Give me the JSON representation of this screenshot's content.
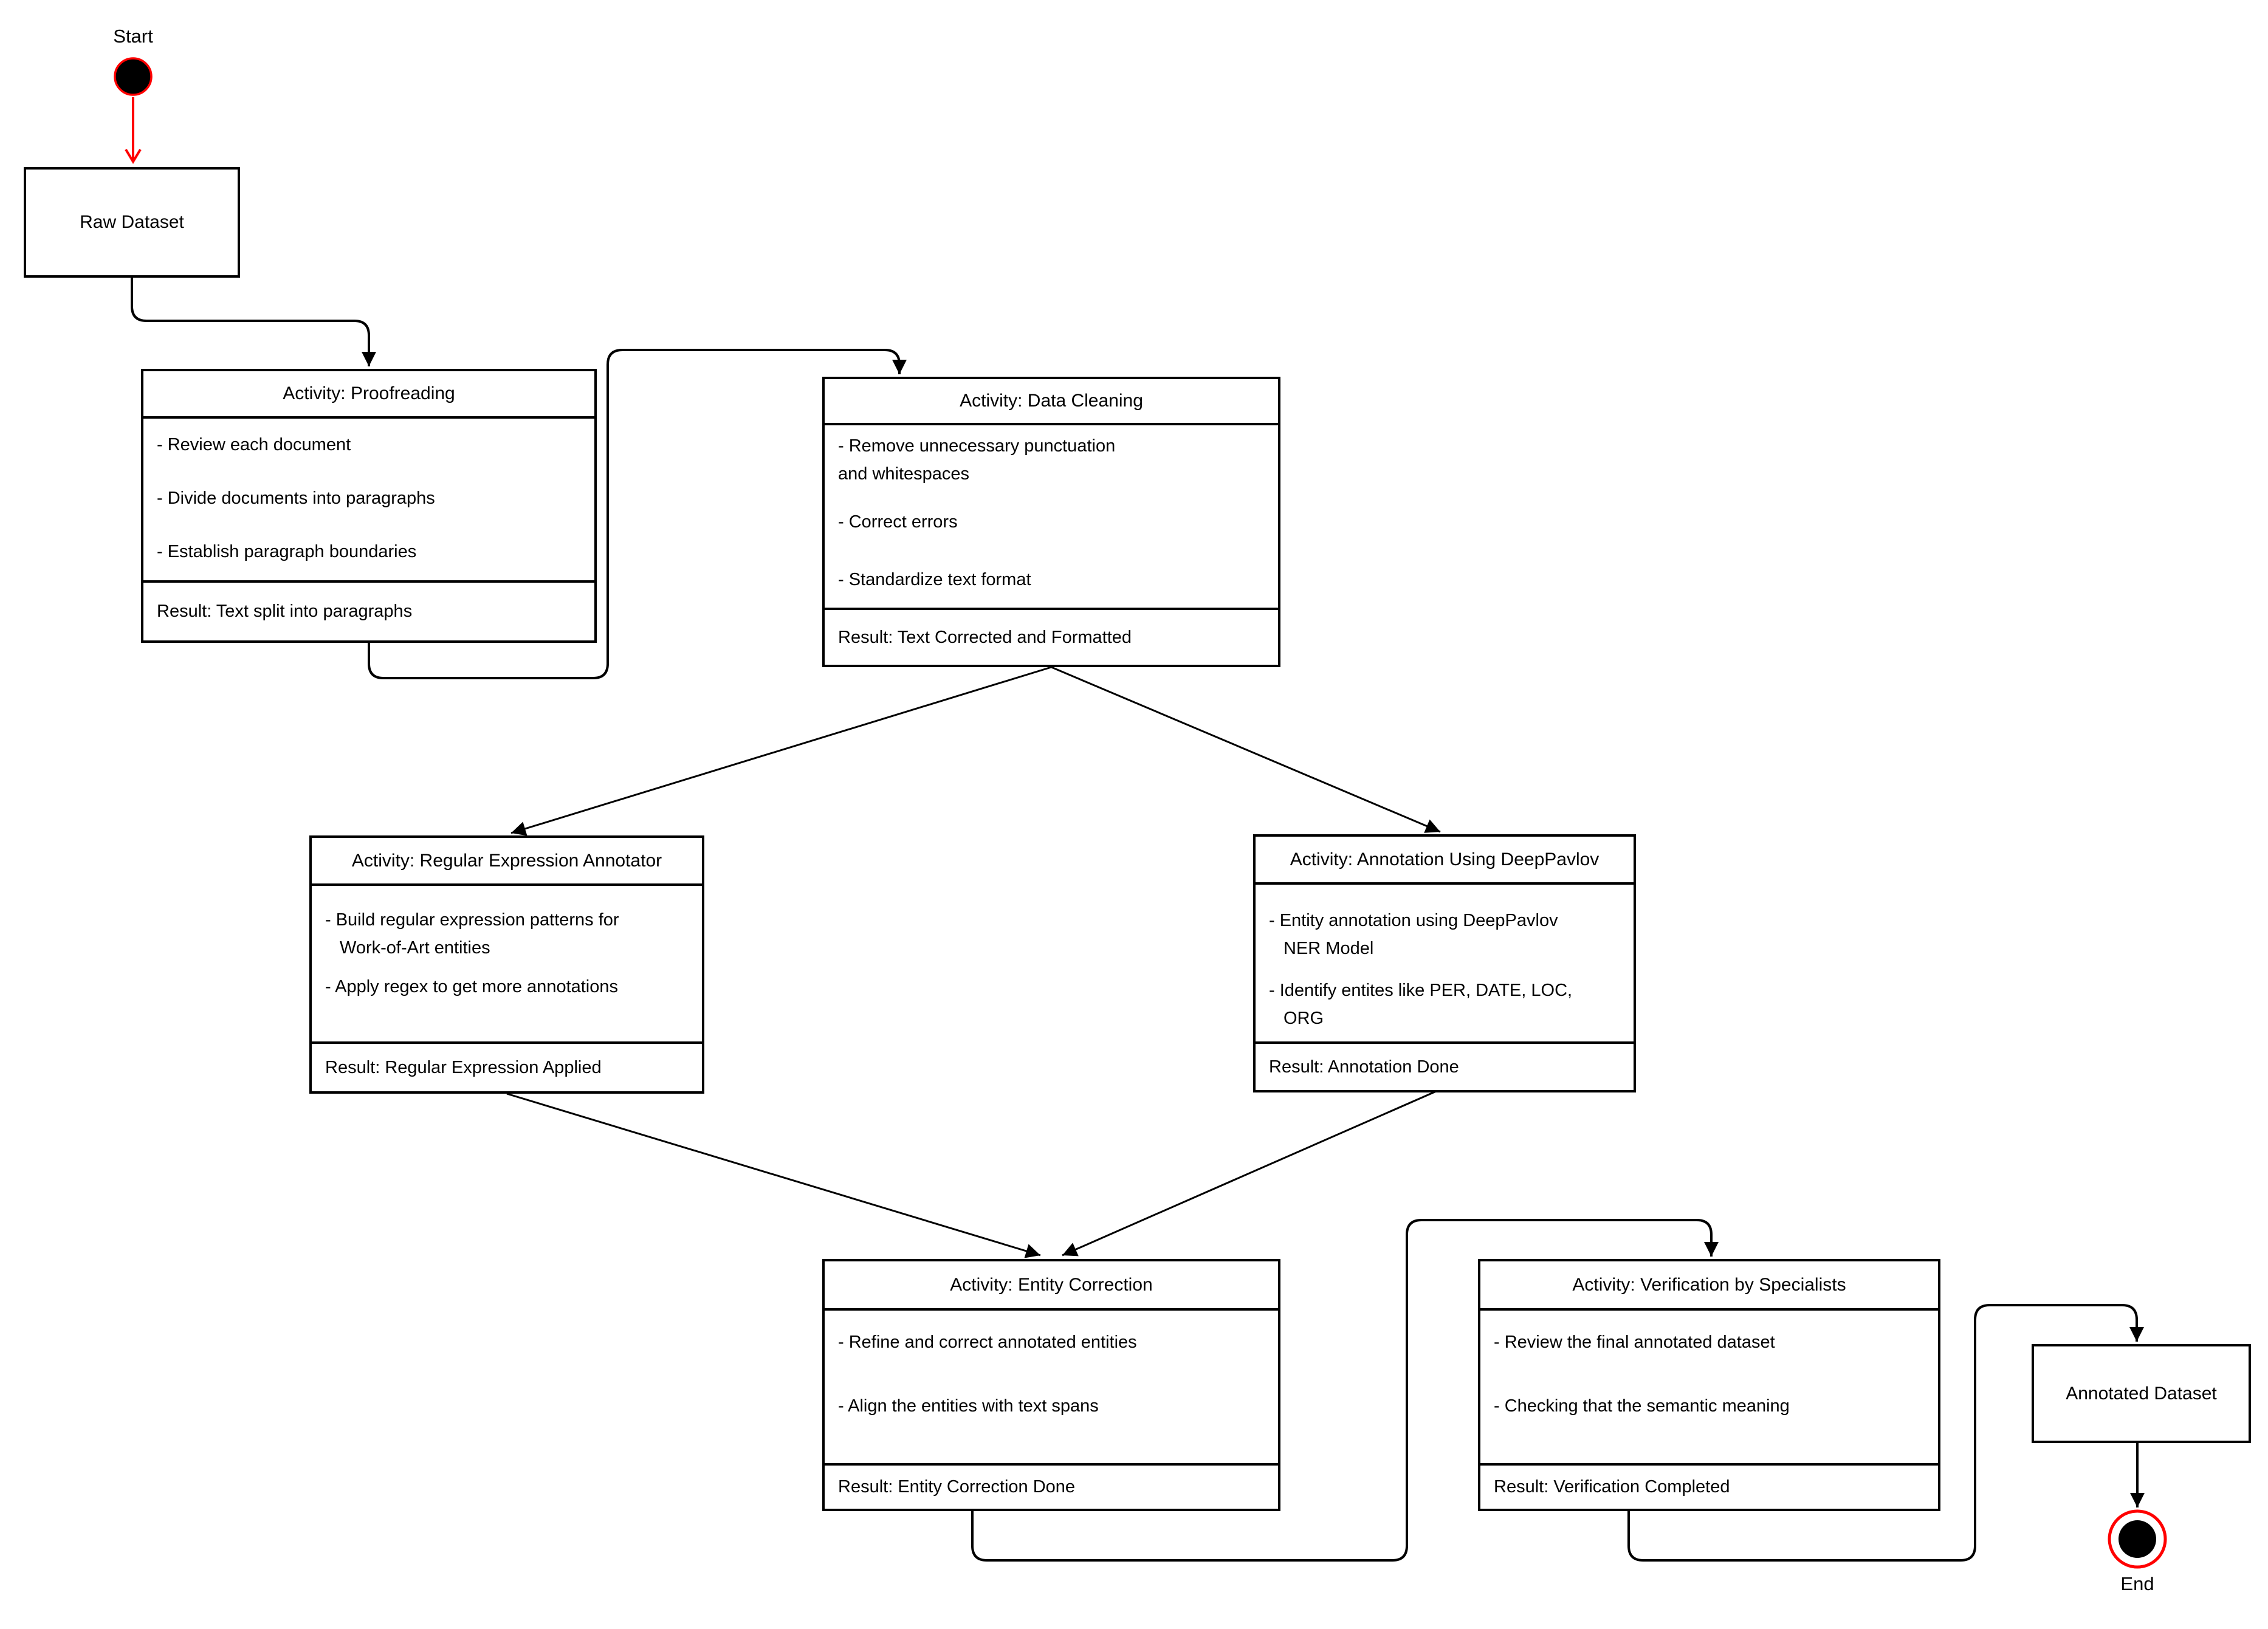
{
  "diagram": {
    "background_color": "#ffffff",
    "line_color": "#000000",
    "accent_color": "#ff0000"
  },
  "start": {
    "label": "Start"
  },
  "end": {
    "label": "End"
  },
  "nodes": {
    "raw_dataset": {
      "label": "Raw Dataset"
    },
    "annotated_dataset": {
      "label": "Annotated Dataset"
    },
    "proofreading": {
      "title": "Activity: Proofreading",
      "items": [
        "- Review each document",
        "- Divide documents into paragraphs",
        "- Establish paragraph boundaries"
      ],
      "result": "Result: Text split into paragraphs"
    },
    "data_cleaning": {
      "title": "Activity: Data Cleaning",
      "items": [
        "- Remove unnecessary punctuation\nand whitespaces",
        "- Correct errors",
        "- Standardize text format"
      ],
      "result": "Result: Text Corrected and Formatted"
    },
    "regex_annotator": {
      "title": "Activity: Regular Expression Annotator",
      "items": [
        "- Build regular expression patterns for\nWork-of-Art entities",
        "- Apply regex to get more annotations"
      ],
      "result": "Result: Regular Expression Applied"
    },
    "deeppavlov": {
      "title": "Activity: Annotation Using DeepPavlov",
      "items": [
        "- Entity annotation using DeepPavlov\nNER Model",
        "- Identify entites like PER, DATE, LOC,\nORG"
      ],
      "result": "Result: Annotation Done"
    },
    "entity_correction": {
      "title": "Activity: Entity Correction",
      "items": [
        "- Refine and correct annotated entities",
        "- Align the entities with text spans"
      ],
      "result": "Result: Entity Correction Done"
    },
    "verification": {
      "title": "Activity: Verification by Specialists",
      "items": [
        "- Review the final annotated dataset",
        "- Checking that the semantic meaning"
      ],
      "result": "Result: Verification Completed"
    }
  }
}
